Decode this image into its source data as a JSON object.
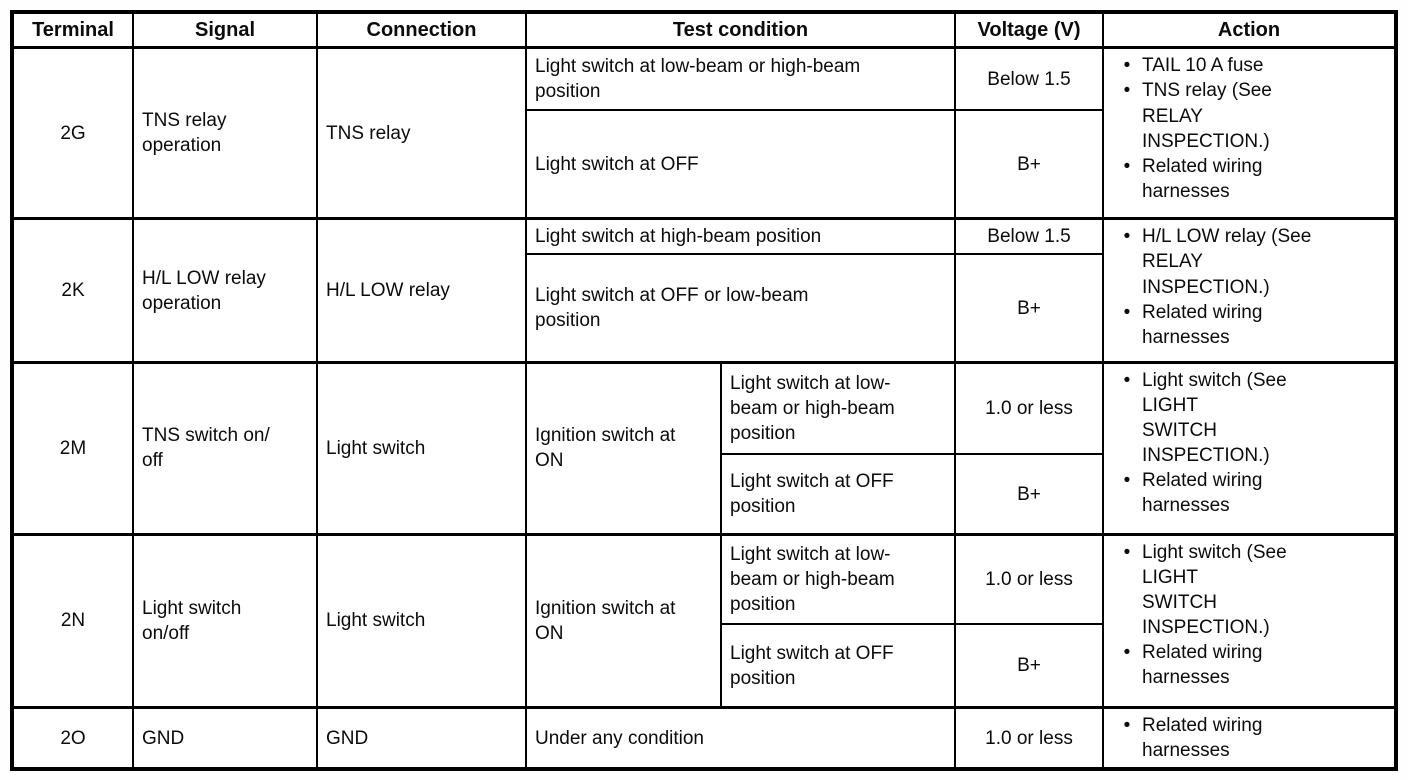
{
  "table": {
    "headers": {
      "terminal": "Terminal",
      "signal": "Signal",
      "connection": "Connection",
      "test_condition": "Test condition",
      "voltage": "Voltage (V)",
      "action": "Action"
    },
    "bullet_glyph": "•",
    "rows": [
      {
        "terminal": "2G",
        "signal": "TNS relay\noperation",
        "connection": "TNS relay",
        "conditions": [
          {
            "condition": "Light switch at low-beam or high-beam\nposition",
            "voltage": "Below 1.5"
          },
          {
            "condition": "Light switch at OFF",
            "voltage": "B+"
          }
        ],
        "actions": [
          "TAIL 10 A fuse",
          "TNS relay (See\nRELAY\nINSPECTION.)",
          "Related wiring\nharnesses"
        ]
      },
      {
        "terminal": "2K",
        "signal": "H/L LOW relay\noperation",
        "connection": "H/L LOW relay",
        "conditions": [
          {
            "condition": "Light switch at high-beam position",
            "voltage": "Below 1.5"
          },
          {
            "condition": "Light switch at OFF or low-beam\nposition",
            "voltage": "B+"
          }
        ],
        "actions": [
          "H/L LOW relay (See\nRELAY\nINSPECTION.)",
          "Related wiring\nharnesses"
        ]
      },
      {
        "terminal": "2M",
        "signal": "TNS switch on/\noff",
        "connection": "Light switch",
        "shared_condition": "Ignition switch at\nON",
        "conditions": [
          {
            "condition": "Light switch at low-\nbeam or high-beam\nposition",
            "voltage": "1.0 or less"
          },
          {
            "condition": "Light switch at OFF\nposition",
            "voltage": "B+"
          }
        ],
        "actions": [
          "Light switch (See\nLIGHT\nSWITCH\nINSPECTION.)",
          "Related wiring\nharnesses"
        ]
      },
      {
        "terminal": "2N",
        "signal": "Light switch\non/off",
        "connection": "Light switch",
        "shared_condition": "Ignition switch at\nON",
        "conditions": [
          {
            "condition": "Light switch at low-\nbeam or high-beam\nposition",
            "voltage": "1.0 or less"
          },
          {
            "condition": "Light switch at OFF\nposition",
            "voltage": "B+"
          }
        ],
        "actions": [
          "Light switch (See\n LIGHT\nSWITCH\nINSPECTION.)",
          "Related wiring\nharnesses"
        ]
      },
      {
        "terminal": "2O",
        "signal": "GND",
        "connection": "GND",
        "conditions": [
          {
            "condition": "Under any condition",
            "voltage": "1.0 or less"
          }
        ],
        "actions": [
          "Related wiring\nharnesses"
        ]
      }
    ]
  }
}
